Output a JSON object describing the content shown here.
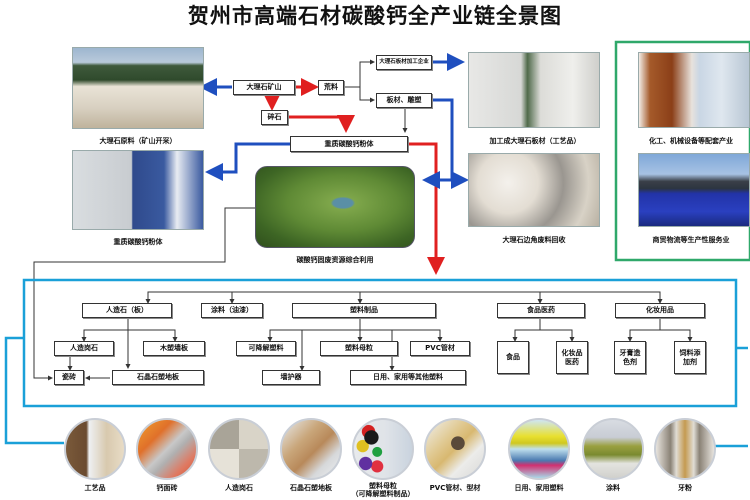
{
  "title": "贺州市高端石材碳酸钙全产业链全景图",
  "colors": {
    "red_arrow": "#e02020",
    "blue_arrow": "#1f4fbf",
    "cyan_frame": "#1aa0d8",
    "green_frame": "#2fa86a",
    "box_border": "#333333"
  },
  "photos": {
    "marble_mine": {
      "caption": "大理石原料（矿山开采）",
      "icon": "quarry-photo"
    },
    "powder": {
      "caption": "重质碳酸钙粉体",
      "icon": "powder-photo"
    },
    "processed_slab": {
      "caption": "加工成大理石板材（工艺品）",
      "icon": "slab-sculpture-photo"
    },
    "scrap_recycle": {
      "caption": "大理石边角废料回收",
      "icon": "scrap-photo"
    },
    "park": {
      "caption": "碳酸钙固废资源综合利用",
      "icon": "industrial-park-photo"
    },
    "chemical": {
      "caption": "化工、机械设备等配套产业",
      "icon": "chemical-equipment-photo"
    },
    "logistics": {
      "caption": "商贸物流等生产性服务业",
      "icon": "logistics-photo"
    }
  },
  "upper_flow": {
    "marble_mine": "大理石矿山",
    "waste": "荒料",
    "slab_factory": "大理石板材加工企业",
    "craft": "板材、雕塑",
    "gravel": "碎石",
    "powder": "重质碳酸钙粉体"
  },
  "lower_flow": {
    "level1": [
      "人造石（板）",
      "涂料（油漆）",
      "塑料制品",
      "食品医药",
      "化妆用品"
    ],
    "artificial_stone": [
      "人造岗石",
      "木塑墙板"
    ],
    "tile": "瓷砖",
    "stone_plastic": "石晶石塑地板",
    "plastics": [
      "可降解塑料",
      "塑料母粒",
      "PVC管材"
    ],
    "plastics_row2": [
      "墙护器",
      "日用、家用等其他塑料"
    ],
    "food_medicine": [
      "食品",
      "化妆品医药"
    ],
    "cosmetics": [
      "牙膏造色剂",
      "饲料添加剂"
    ]
  },
  "products": [
    {
      "label": "工艺品",
      "icon": "craft-product"
    },
    {
      "label": "钙面砖",
      "icon": "tile-product"
    },
    {
      "label": "人造岗石",
      "icon": "artificial-stone-product"
    },
    {
      "label": "石晶石塑地板",
      "icon": "floor-product"
    },
    {
      "label": "塑料母粒",
      "sublabel": "（可降解塑料制品）",
      "icon": "masterbatch-product"
    },
    {
      "label": "PVC管材、型材",
      "icon": "pvc-product"
    },
    {
      "label": "日用、家用塑料",
      "icon": "household-plastic-product"
    },
    {
      "label": "涂料",
      "icon": "paint-product"
    },
    {
      "label": "牙粉",
      "icon": "toothpaste-product"
    }
  ]
}
